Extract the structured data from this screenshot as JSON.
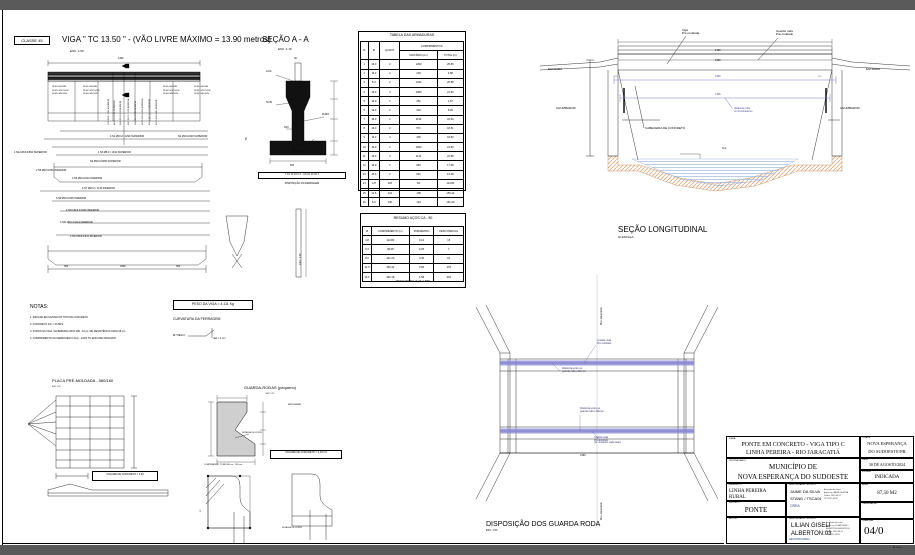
{
  "sheet": {
    "classe_tag": "CLASSE 45",
    "beam_title": "VIGA \" TC 13.50 \" - (VÃO LIVRE MÁXIMO = 13.90 metros)",
    "beam_scale": "ESC. 1:50",
    "section_aa_title": "SEÇÃO A - A",
    "section_aa_scale": "ESC. 1:15",
    "section_aa_footer": "DISPOSIÇÃO DA FERRAGEM",
    "section_long_title": "SEÇÃO LONGITUDINAL",
    "section_long_scale": "S/ ESCALA",
    "plan_title": "DISPOSIÇÃO  DOS GUARDA RODA",
    "plan_scale": "ESC. 1:50",
    "placa_title": "PLACA PRÉ-MOLDADA  -  580/160",
    "placa_scale": "ESC 1:25",
    "placa_note": "VOLUME DE CONCRETO = 0,26",
    "guarda_title": "GUARDA-RODAS (pequeno)",
    "guarda_scale": "ESC 1:15",
    "guarda_note_right": "sem escala",
    "guarda_vol": "VOLUME DE CONCRETO = 0,03 m3",
    "guarda_sub": "COMPRIMENTO TOTAL 580 cm - 135 mm",
    "guarda_bot_label": "DETALHE DE CORTE",
    "peso_viga": "PESO DA VIGA = 4.111 Kg",
    "curvatura_title": "CURVATURA DA FERRAGEM",
    "curvatura_label": "Ø TIELO",
    "curvatura_note": "raio = 1 cm"
  },
  "notas": {
    "title": "NOTAS:",
    "items": [
      "1. INDICAR EM KG/CM2 NO TIPO DE CONCRETO",
      "2. CONCRETO Fck = 30 MPa",
      "3. FUROS NA VIGA, DA BEIRADA 45X2 MM - 10 pç, DE RESISTÊNCIA CADA 08 cm",
      "4. COMPRIMENTO DA FERRAGEM 0.4mm - EIXO TO ENCAIXE INDICADO"
    ]
  },
  "armaduras_table": {
    "title": "TABELA  DAS  ARMADURAS",
    "group_header": "COMPRIMENTOS",
    "headers": [
      "Nº",
      "Ø",
      "QUANT.",
      "UNITÁRIO (cm)",
      "TOTAL (m)"
    ],
    "rows": [
      [
        "1",
        "16.0",
        "2",
        "1290",
        "25.80"
      ],
      [
        "2",
        "16.0",
        "2",
        "229",
        "4.58"
      ],
      [
        "3",
        "8.0",
        "2",
        "1344",
        "26.88"
      ],
      [
        "4",
        "16.0",
        "2",
        "1080",
        "21.60"
      ],
      [
        "5",
        "16.0",
        "2",
        "251",
        "1.67"
      ],
      [
        "6",
        "16.0",
        "2",
        "310",
        "6.20"
      ],
      [
        "7",
        "16.0",
        "2",
        "1130",
        "22.60"
      ],
      [
        "8",
        "16.0",
        "2",
        "571",
        "18.51"
      ],
      [
        "9",
        "16.0",
        "4",
        "306",
        "18.60"
      ],
      [
        "10",
        "16.0",
        "2",
        "1090",
        "21.80"
      ],
      [
        "11",
        "16.0",
        "2",
        "1114",
        "22.58"
      ],
      [
        "12",
        "16.0",
        "2",
        "864",
        "17.08"
      ],
      [
        "13",
        "16.0",
        "2",
        "641",
        "13.48"
      ],
      [
        "14",
        "4.8",
        "125",
        "84",
        "114.80"
      ],
      [
        "15",
        "12.5",
        "124",
        "108",
        "150.42"
      ],
      [
        "16",
        "8.0",
        "130",
        "124",
        "161.20"
      ]
    ]
  },
  "resumo_table": {
    "title": "RESUMO  AÇOS  CA - 50",
    "headers": [
      "Ø",
      "COMPRIMENTO (m)",
      "POR/METRO",
      "PESO PARCIAL"
    ],
    "rows": [
      [
        "4.8",
        "114.80",
        "0.13",
        "15"
      ],
      [
        "6.3",
        "38.48",
        "0.25",
        "7"
      ],
      [
        "8.0",
        "161.20",
        "0.40",
        "61"
      ],
      [
        "12.5",
        "150.42",
        "0.96",
        "178"
      ],
      [
        "16.0",
        "192.18",
        "1.58",
        "304"
      ]
    ],
    "footer": "PESO TOTAL (kgf) = 566"
  },
  "section_long": {
    "label_viga": "Viga\nPré-moldada",
    "label_guarda": "Guarda roda\nPré-moldado",
    "label_estrada_l": "ESTRADA",
    "label_estrada_r": "ESTRADA",
    "label_chumbador_l": "CHUMBADOR",
    "label_chumbador_r": "CHUMBADOR",
    "label_cabeceira": "CABECEIRA DE CONCRETO",
    "label_dist": "distância entre\nos chumbadores",
    "label_na": "N.A.",
    "dim_top": "1420",
    "dim_mid": "1390",
    "dim_blue1": "1390",
    "dim_blue2": "1395",
    "dim_left_small": "120",
    "dim_right_small": "120"
  },
  "plan": {
    "label_rio_top": "Rio Jaracatiá",
    "label_rio_bot": "Rio Jaracatiá",
    "label_guarda_top": "Guarda roda\nPré-moldado",
    "label_dist_top": "Distância entre as\nguarda roda e Barras",
    "label_dist_mid": "Distância entre as\nguarda roda e Barras",
    "label_guarda_bot": "Guarda roda\nPré-moldado\n(11 unidades cada lado)",
    "dim_bottom": "1390"
  },
  "rebar_callouts": {
    "left_group": [
      "28 N14 Ø4.8/84",
      "28 N15 Ø12.5/108",
      "28 N16 Ø8.0/124"
    ],
    "left_group2": [
      "28 N14 Ø4.8/84",
      "28 N15 Ø12.5/108",
      "28 N16 Ø8.0/124"
    ],
    "right_group": [
      "28 N14 Ø4.8/84",
      "28 N15 Ø12.5/108",
      "28 N16 Ø8.0/124"
    ],
    "right_group2": [
      "28 N14 Ø4.8/84",
      "28 N15 Ø12.5/108",
      "28 N16 Ø8.0/124"
    ],
    "bottom_lines": [
      "4 N1 Ø16.0 / 1290 SUPERIOR",
      "N2 Ø16.0/229 SUPERIOR",
      "1 N3 Ø8.0 / 1344 SUPERIOR",
      "1 N12 Ø16.0/864 SUPERIOR",
      "N4 Ø16.0/1080 SUPERIOR",
      "2 N5 Ø16.0/251 INFERIOR",
      "4 N6 Ø16.0/310 INFERIOR",
      "4 N7 Ø16.0 / 1130 INFERIOR",
      "5 N9 Ø16.0/306 INFERIOR",
      "4 N10 Ø16.0/1090 INFERIOR",
      "4 N11 Ø16.0/1114 INFERIOR",
      "4 N13 Ø16.0/641 INFERIOR"
    ],
    "dims": [
      "1960",
      "360",
      "360",
      "1045",
      "1045",
      "360",
      "360"
    ],
    "span_dim": "1390"
  },
  "section_aa": {
    "marks": [
      "A-N1",
      "N-N5",
      "FURO",
      "N16"
    ],
    "dims": [
      "30",
      "20",
      "35",
      "55",
      "15",
      "620",
      "180"
    ],
    "seq": "7  10  10  10  9  4  -  4  9  10  10  10  7"
  },
  "titleblock": {
    "obra_label": "OBRA:",
    "title_line1": "PONTE EM CONCRETO - VIGA TIPO C",
    "title_line2": "LINHA PEREIRA - RIO JARACATIÁ",
    "prop_label": "PROPRIETÁRIO:",
    "prop_line1": "MUNICÍPIO  DE",
    "prop_line2": "NOVA  ESPERANÇA  DO  SUDOESTE",
    "ender_label": "ENDEREÇO:",
    "ender_line1": "LINHA  PEREIRA",
    "ender_line2": "RURAL",
    "projeto_label": "PROJETO:",
    "projeto_value": "PONTE",
    "autor_label": "AUTOR:",
    "resp_label": "RESPONSÁVEL TÉCNICO:",
    "resp_name": "JAIME DA SILVA",
    "resp_reg": "STAND / TSCA01",
    "resp_crea": "CREA",
    "resp_sign_note": "Assinado de forma\ndigital por JAIME DA SILVA\nDados: 2024.08.31\n11:22:08 -03'00'",
    "tecnico_label": "RESPONSÁVEL  TÉCNICO:",
    "tecnico_name1": "LILIAN GISELI",
    "tecnico_name2": "ALBERTON:03",
    "tecnico_reg": "REGISTRO/CREA",
    "tecnico_sign_note": "Assinado de forma\ndigital por LILIAN GISELI\nALBERTON:03466073534\nDados: 2024.08.31\n13:24:09 -03'00'",
    "cidade_label": "CIDADE:",
    "cidade_value1": "NOVA  ESPERANÇA",
    "cidade_value2": "DO  SUDOESTE/PR",
    "data_label": "DATA:",
    "data_value": "30  DE  AGOSTO/2024",
    "escala_label": "ESCALA:",
    "escala_value": "INDICADA",
    "area_label": "ÁREA:",
    "area_value": "87,50  M2",
    "obs_label": "OBSERVAÇÃO:",
    "prancha_label": "PRANCHA:",
    "prancha_value": "04/0",
    "corner_note": "AT. 100 p."
  },
  "colors": {
    "paper": "#ffffff",
    "ink": "#000000",
    "bar": "#5a5a5a",
    "blue": "#6a6ad0",
    "water": "#9fb8e0",
    "terrain": "#e8a878",
    "shade": "#c8c8c8"
  }
}
